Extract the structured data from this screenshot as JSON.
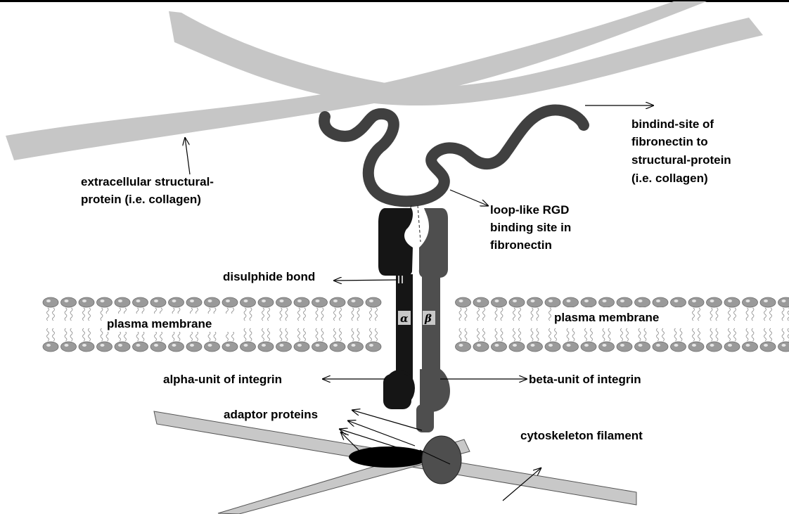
{
  "colors": {
    "collagen": "#c6c6c6",
    "fibronectin": "#404040",
    "alpha_unit": "#151515",
    "beta_unit": "#4e4e4e",
    "membrane_head": "#9a9a9a",
    "filament": "#c8c8c8",
    "label_box": "#c8c8c8"
  },
  "labels": {
    "binding_site_collagen": [
      "bindind-site of",
      "fibronectin to",
      "structural-protein",
      "(i.e. collagen)"
    ],
    "collagen": [
      "extracellular structural-",
      "protein (i.e. collagen)"
    ],
    "rgd": [
      "loop-like RGD",
      "binding site in",
      "fibronectin"
    ],
    "disulphide": "disulphide bond",
    "membrane_left": "plasma membrane",
    "membrane_right": "plasma membrane",
    "alpha_unit": "alpha-unit of integrin",
    "beta_unit": "beta-unit of integrin",
    "adaptor": "adaptor proteins",
    "cytoskeleton": "cytoskeleton filament",
    "alpha_symbol": "α",
    "beta_symbol": "β"
  }
}
